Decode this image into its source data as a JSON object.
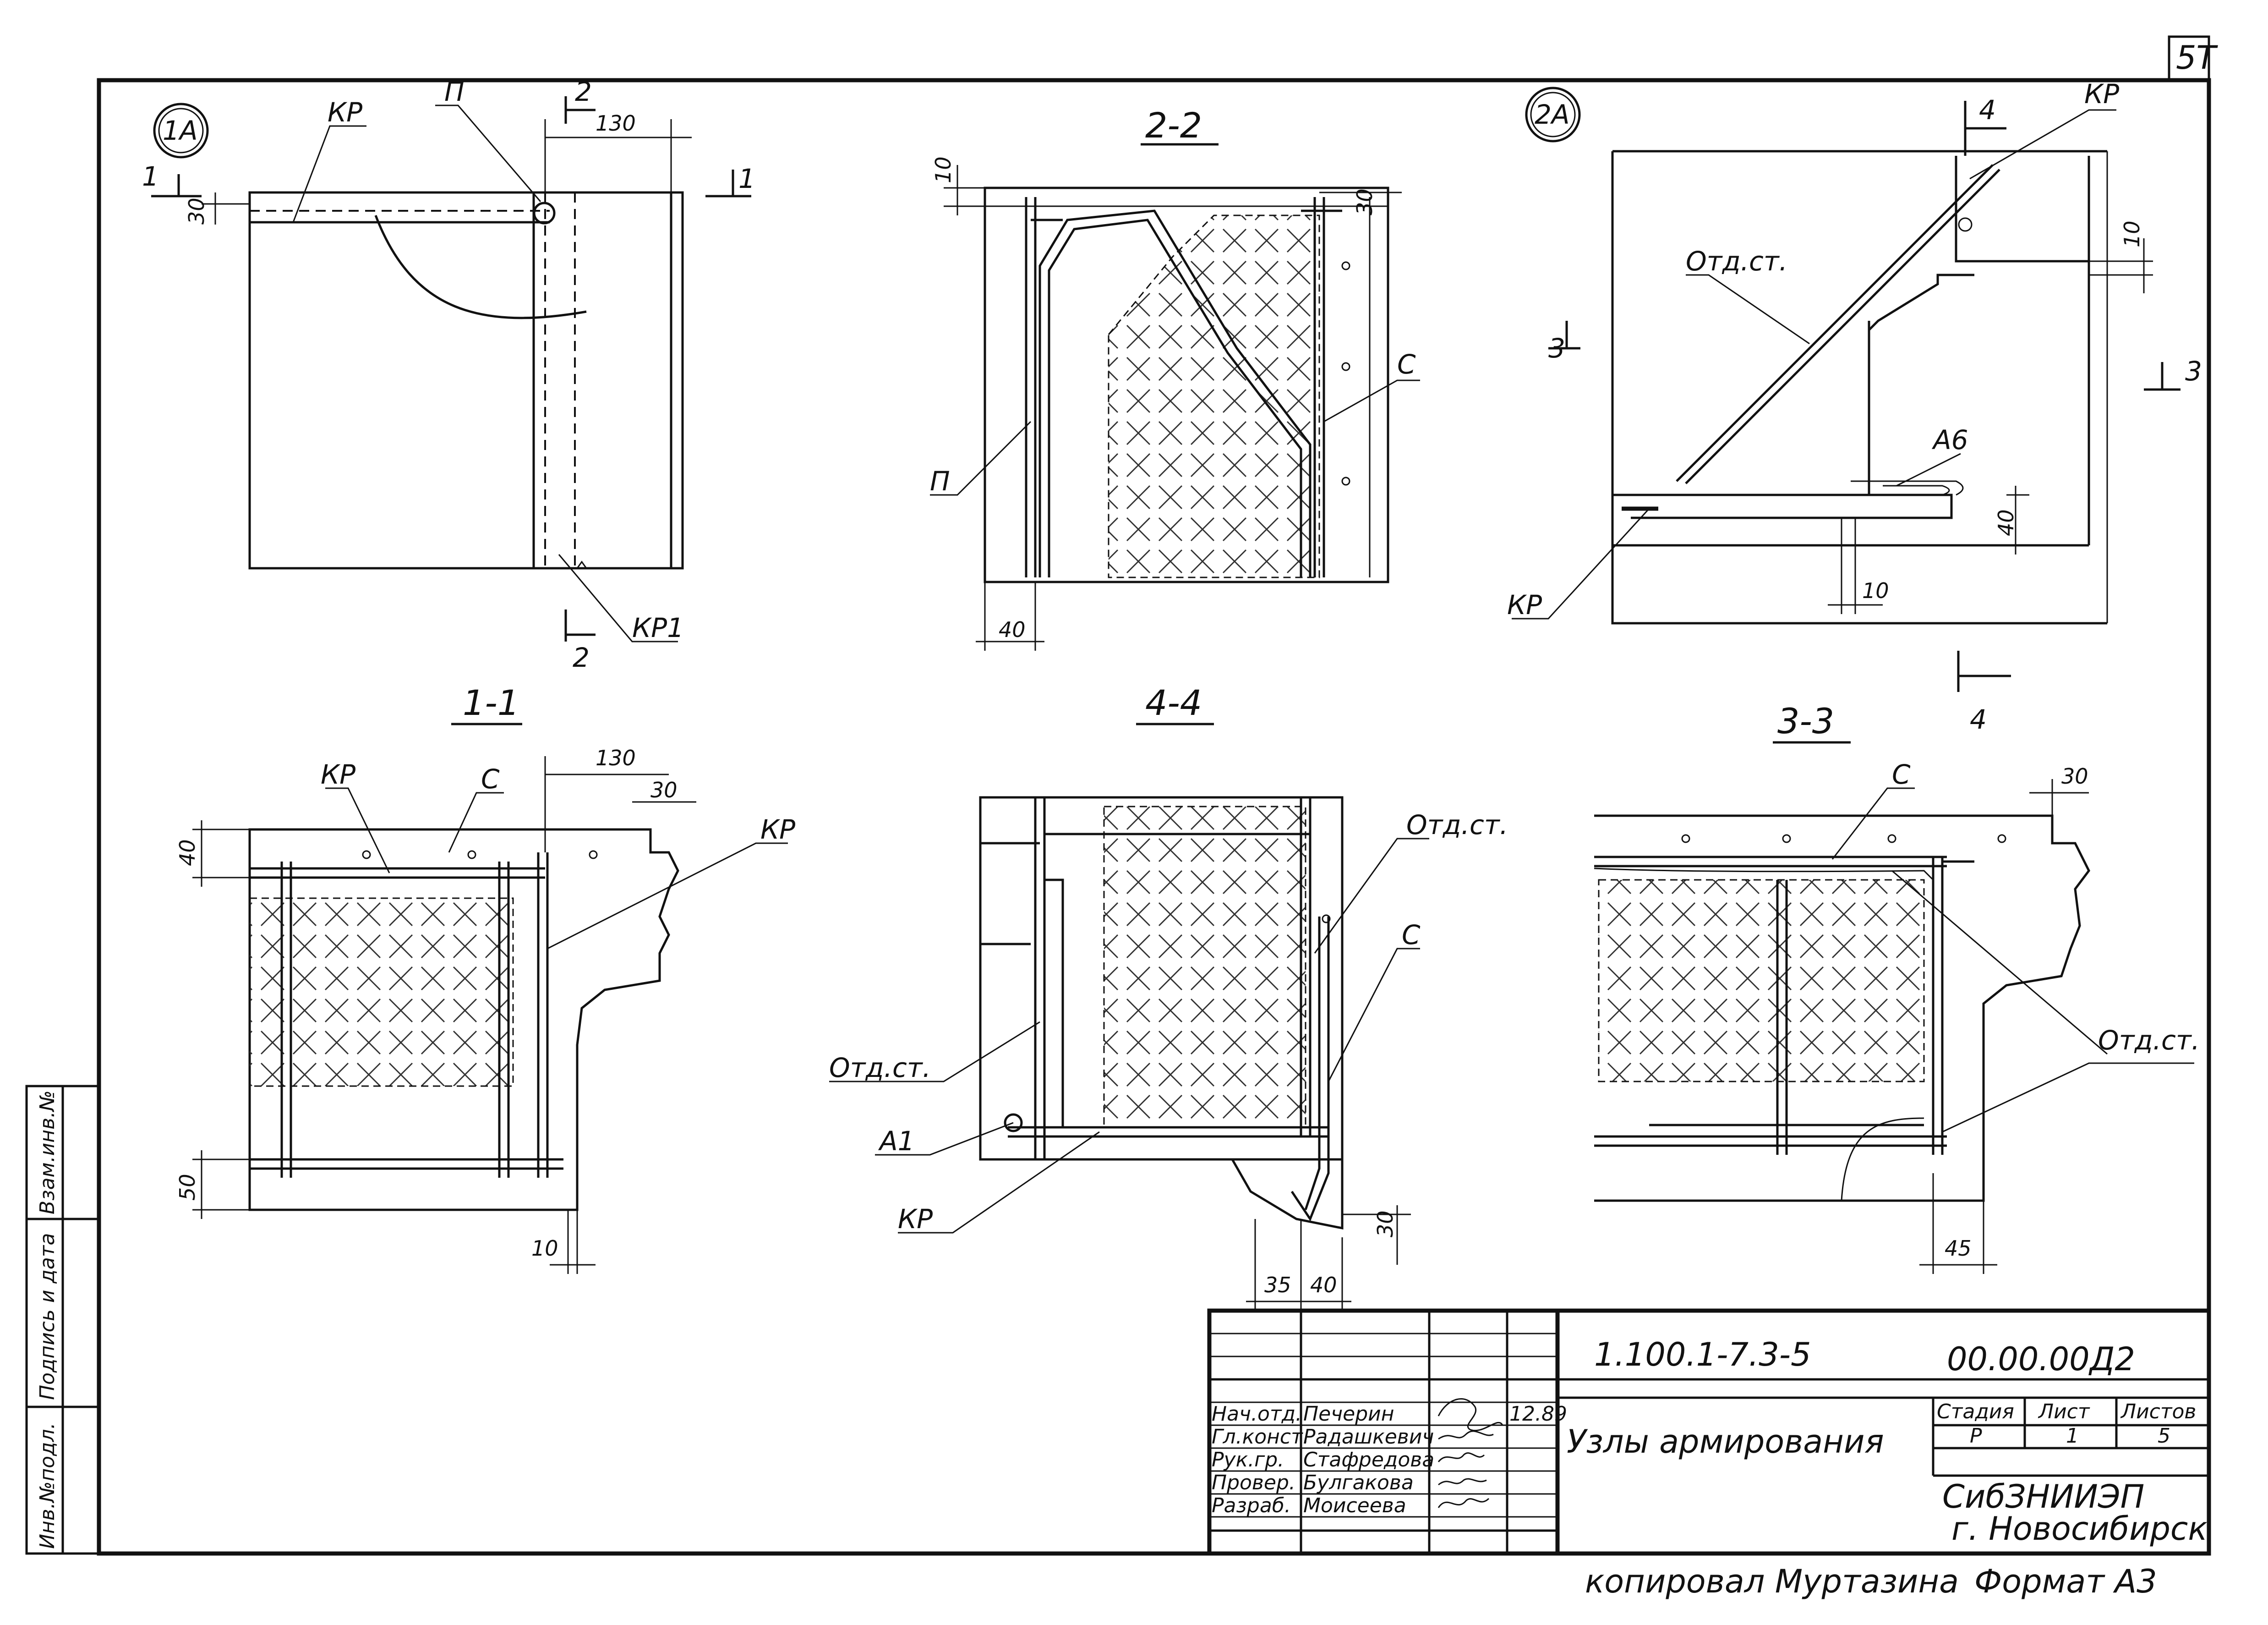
{
  "sheet_corner": "5Т",
  "stamp": {
    "col1": "Инв.№подл.",
    "col2": "Подпись и дата",
    "col3": "Взам.инв.№"
  },
  "views": {
    "node_1a": {
      "marker": "1А",
      "labels": {
        "kr": "КР",
        "p": "П",
        "kr1": "КР1"
      },
      "dims": {
        "d130": "130",
        "d30": "30"
      },
      "cuts": {
        "c1_left": "1",
        "c1_right": "1",
        "c2_top": "2",
        "c2_bottom": "2"
      }
    },
    "section_2_2": {
      "title": "2-2",
      "labels": {
        "p": "П",
        "c": "С"
      },
      "dims": {
        "d10": "10",
        "d30": "30",
        "d40": "40"
      }
    },
    "node_2a": {
      "marker": "2А",
      "labels": {
        "kr_top": "КР",
        "otd": "Отд.ст.",
        "a6": "А6",
        "kr_bottom": "КР"
      },
      "dims": {
        "d10a": "10",
        "d40": "40",
        "d10b": "10"
      },
      "cuts": {
        "c3_left": "3",
        "c3_right": "3",
        "c4_top": "4",
        "c4_bottom": "4"
      }
    },
    "section_1_1": {
      "title": "1-1",
      "labels": {
        "kr": "КР",
        "c": "С",
        "kr_right": "КР"
      },
      "dims": {
        "d130": "130",
        "d30": "30",
        "d40": "40",
        "d50": "50",
        "d10": "10"
      }
    },
    "section_4_4": {
      "title": "4-4",
      "labels": {
        "otd_right": "Отд.ст.",
        "c": "С",
        "otd_left": "Отд.ст.",
        "a1": "А1",
        "kr": "КР"
      },
      "dims": {
        "d30": "30",
        "d35": "35",
        "d40": "40"
      }
    },
    "section_3_3": {
      "title": "3-3",
      "labels": {
        "c": "С",
        "otd": "Отд.ст."
      },
      "dims": {
        "d30": "30",
        "d45": "45"
      }
    }
  },
  "title_block": {
    "doc_code": "1.100.1-7.3-5",
    "designation": "00.00.00Д2",
    "date": "12.89",
    "title": "Узлы армирования",
    "org_name": "СибЗНИИЭП",
    "org_city": "г. Новосибирск",
    "col_stage": "Стадия",
    "col_sheet": "Лист",
    "col_sheets": "Листов",
    "stage": "Р",
    "sheet": "1",
    "sheets": "5",
    "people": [
      {
        "role": "Нач.отд.",
        "name": "Печерин"
      },
      {
        "role": "Гл.конст.",
        "name": "Радашкевич"
      },
      {
        "role": "Рук.гр.",
        "name": "Стафредова"
      },
      {
        "role": "Провер.",
        "name": "Булгакова"
      },
      {
        "role": "Разраб.",
        "name": "Моисеева"
      }
    ]
  },
  "footer": {
    "copied": "копировал Муртазина",
    "format": "Формат А3"
  }
}
